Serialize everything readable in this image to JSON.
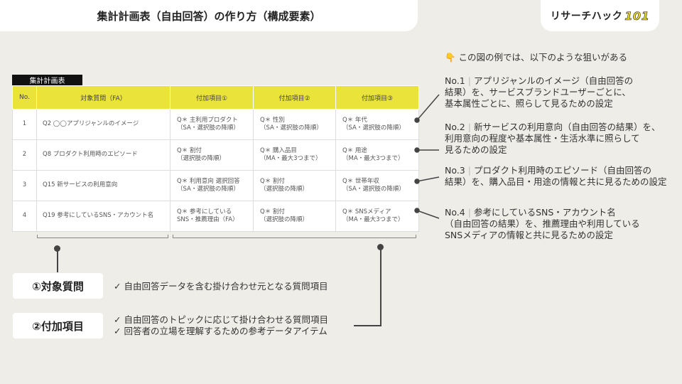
{
  "header": {
    "title": "集計計画表（自由回答）の作り方（構成要素）"
  },
  "logo": {
    "text": "リサーチハック",
    "number": "101"
  },
  "table": {
    "label": "集計計画表",
    "headers": [
      "No.",
      "対象質問（FA）",
      "付加項目①",
      "付加項目②",
      "付加項目③"
    ],
    "rows": [
      {
        "no": "1",
        "question": "Q2 ◯◯アプリジャンルのイメージ",
        "attr1": [
          "Q＊ 主利用プロダクト",
          "（SA・選択肢の降順）"
        ],
        "attr2": [
          "Q＊ 性別",
          "（SA・選択肢の降順）"
        ],
        "attr3": [
          "Q＊ 年代",
          "（SA・選択肢の降順）"
        ]
      },
      {
        "no": "2",
        "question": "Q8 プロダクト利用時のエピソード",
        "attr1": [
          "Q＊ 割付",
          "（選択肢の降順）"
        ],
        "attr2": [
          "Q＊ 購入品目",
          "（MA・最大3つまで）"
        ],
        "attr3": [
          "Q＊ 用途",
          "（MA・最大3つまで）"
        ]
      },
      {
        "no": "3",
        "question": "Q15 新サービスの利用意向",
        "attr1": [
          "Q＊ 利用意向 選択回答",
          "（SA・選択肢の降順）"
        ],
        "attr2": [
          "Q＊ 割付",
          "（選択肢の降順）"
        ],
        "attr3": [
          "Q＊ 世帯年収",
          "（SA・選択肢の降順）"
        ]
      },
      {
        "no": "4",
        "question": "Q19 参考にしているSNS・アカウント名",
        "attr1": [
          "Q＊ 参考にしている",
          "SNS・推薦理由（FA）"
        ],
        "attr2": [
          "Q＊ 割付",
          "（選択肢の降順）"
        ],
        "attr3": [
          "Q＊ SNSメディア",
          "（MA・最大3つまで）"
        ]
      }
    ]
  },
  "legend": {
    "item1": {
      "label": "①対象質問",
      "desc": [
        "✓ 自由回答データを含む掛け合わせ元となる質問項目"
      ]
    },
    "item2": {
      "label": "②付加項目",
      "desc": [
        "✓ 自由回答のトピックに応じて掛け合わせる質問項目",
        "✓ 回答者の立場を理解するための参考データアイテム"
      ]
    }
  },
  "notes": {
    "icon": "pointing-down-hand-icon",
    "heading": "👇 この図の例では、以下のような狙いがある",
    "items": [
      {
        "no": "No.1",
        "lines": [
          "アプリジャンルのイメージ（自由回答の",
          "結果）を、サービスブランドユーザーごとに、",
          "基本属性ごとに、照らして見るための設定"
        ]
      },
      {
        "no": "No.2",
        "lines": [
          "新サービスの利用意向（自由回答の結果）を、",
          "利用意向の程度や基本属性・生活水準に照らして",
          "見るための設定"
        ]
      },
      {
        "no": "No.3",
        "lines": [
          "プロダクト利用時のエピソード（自由回答の",
          "結果）を、購入品目・用途の情報と共に見るための設定"
        ]
      },
      {
        "no": "No.4",
        "lines": [
          "参考にしているSNS・アカウント名",
          "（自由回答の結果）を、推薦理由や利用している",
          "SNSメディアの情報と共に見るための設定"
        ]
      }
    ]
  }
}
